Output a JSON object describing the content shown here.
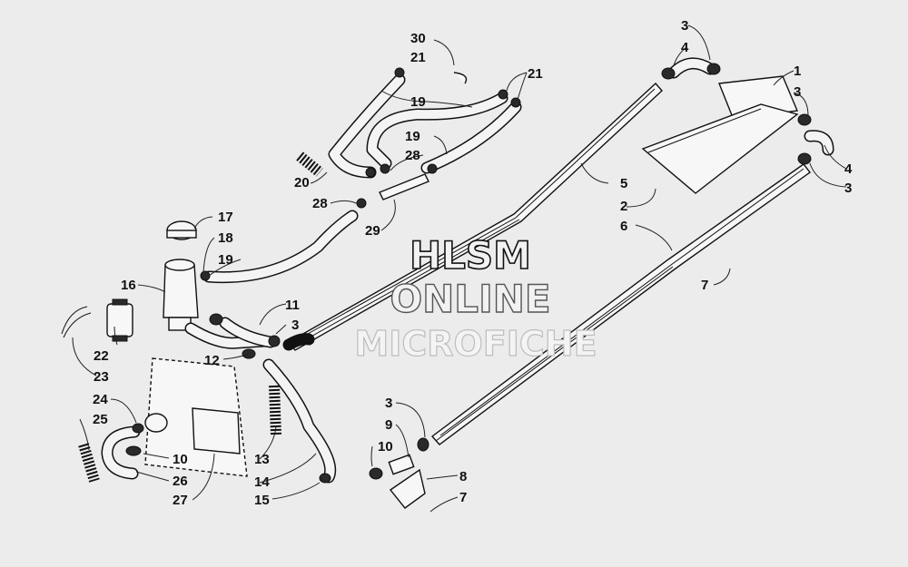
{
  "watermark": {
    "line1": "HLSM",
    "line2": "ONLINE",
    "line3": "MICROFICHE"
  },
  "callouts": [
    {
      "id": "c30",
      "text": "30"
    },
    {
      "id": "c21a",
      "text": "21"
    },
    {
      "id": "c21b",
      "text": "21"
    },
    {
      "id": "c19a",
      "text": "19"
    },
    {
      "id": "c19b",
      "text": "19"
    },
    {
      "id": "c28a",
      "text": "28"
    },
    {
      "id": "c20",
      "text": "20"
    },
    {
      "id": "c28b",
      "text": "28"
    },
    {
      "id": "c29",
      "text": "29"
    },
    {
      "id": "c17",
      "text": "17"
    },
    {
      "id": "c18",
      "text": "18"
    },
    {
      "id": "c19c",
      "text": "19"
    },
    {
      "id": "c16",
      "text": "16"
    },
    {
      "id": "c11",
      "text": "11"
    },
    {
      "id": "c3a",
      "text": "3"
    },
    {
      "id": "c22",
      "text": "22"
    },
    {
      "id": "c12",
      "text": "12"
    },
    {
      "id": "c23",
      "text": "23"
    },
    {
      "id": "c24",
      "text": "24"
    },
    {
      "id": "c25",
      "text": "25"
    },
    {
      "id": "c10a",
      "text": "10"
    },
    {
      "id": "c26",
      "text": "26"
    },
    {
      "id": "c27",
      "text": "27"
    },
    {
      "id": "c13",
      "text": "13"
    },
    {
      "id": "c14",
      "text": "14"
    },
    {
      "id": "c15",
      "text": "15"
    },
    {
      "id": "c3b",
      "text": "3"
    },
    {
      "id": "c4a",
      "text": "4"
    },
    {
      "id": "c1",
      "text": "1"
    },
    {
      "id": "c3c",
      "text": "3"
    },
    {
      "id": "c4b",
      "text": "4"
    },
    {
      "id": "c3d",
      "text": "3"
    },
    {
      "id": "c5",
      "text": "5"
    },
    {
      "id": "c2",
      "text": "2"
    },
    {
      "id": "c6",
      "text": "6"
    },
    {
      "id": "c7a",
      "text": "7"
    },
    {
      "id": "c3e",
      "text": "3"
    },
    {
      "id": "c9",
      "text": "9"
    },
    {
      "id": "c10b",
      "text": "10"
    },
    {
      "id": "c8",
      "text": "8"
    },
    {
      "id": "c7b",
      "text": "7"
    }
  ]
}
